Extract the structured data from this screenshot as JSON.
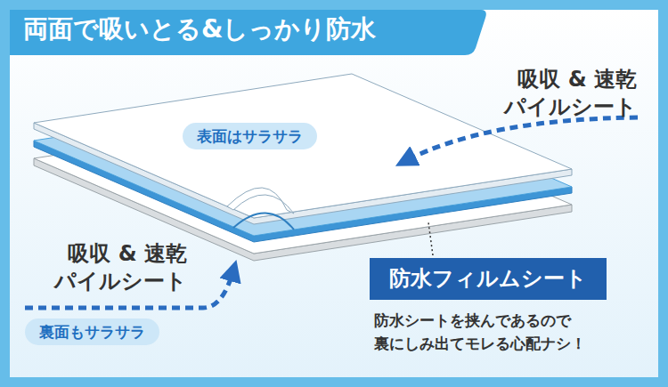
{
  "diagram": {
    "title": "両面で吸いとる&しっかり防水",
    "nodes": [
      {
        "text": [
          "表面はサラサラ"
        ]
      },
      {
        "text": [
          "裏面もサラサラ"
        ]
      },
      {
        "text": [
          "防水フィルムシート"
        ]
      }
    ],
    "labels": [
      "吸収 & 速乾 パイルシート",
      "吸収 & 速乾 パイルシート",
      "防水シートを挟んであるので 裏にしみ出てモレる心配ナシ！"
    ]
  }
}
